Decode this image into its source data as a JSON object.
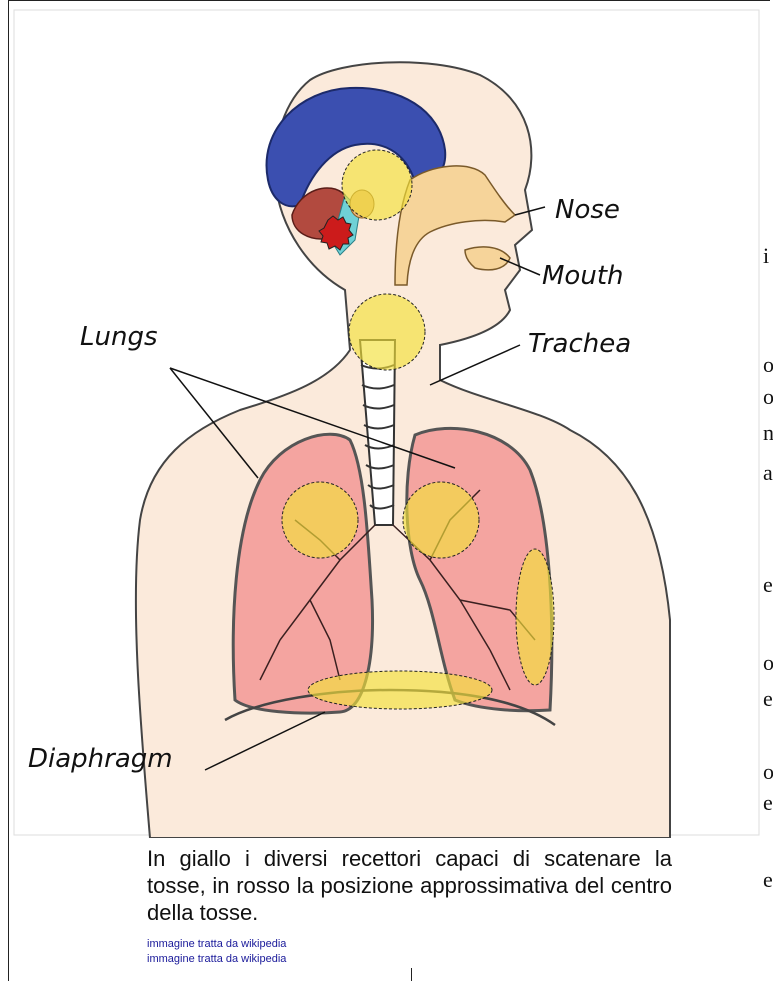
{
  "labels": {
    "nose": "Nose",
    "mouth": "Mouth",
    "trachea": "Trachea",
    "lungs": "Lungs",
    "diaphragm": "Diaphragm"
  },
  "caption": "In giallo i diversi recettori capaci di scatenare la tosse, in rosso la posizione approssimativa del centro della tosse.",
  "source_links": [
    "immagine tratta da wikipedia",
    "immagine tratta da wikipedia"
  ],
  "clipped_text_right": [
    "i",
    "o",
    "o",
    "n",
    "a",
    "e",
    "o",
    "e",
    "o",
    "e",
    "e"
  ],
  "colors": {
    "receptor_yellow": "#f2e13a",
    "cough_center_red": "#cc1b1b",
    "lung_pink": "#f4a4a0",
    "skin": "#fbeadb",
    "brain_blue": "#3b4fb0"
  }
}
